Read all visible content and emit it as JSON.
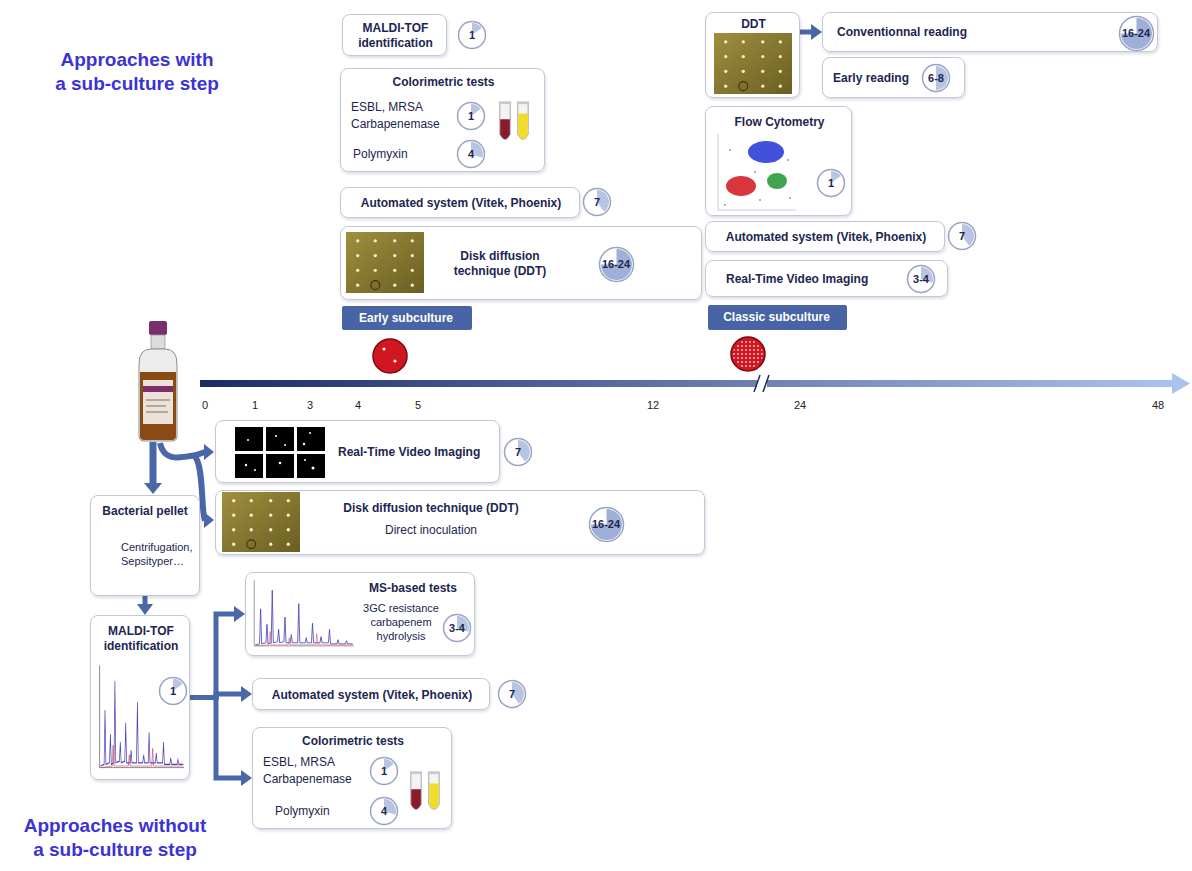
{
  "diagram": {
    "nodes": [
      {
        "text": [
          "MALDI-TOF identification"
        ]
      },
      {
        "text": [
          "1"
        ]
      },
      {
        "text": [
          "Colorimetric tests",
          "ESBL, MRSA Carbapenemase",
          "Polymyxin"
        ]
      },
      {
        "text": [
          "1"
        ],
        "in": 2
      },
      {
        "text": [
          "4"
        ],
        "in": 2
      },
      {
        "text": [
          "Automated system (Vitek, Phoenix)"
        ]
      },
      {
        "text": [
          "7"
        ]
      },
      {
        "text": [
          "Disk diffusion technique (DDT)"
        ]
      },
      {
        "text": [
          "16-24"
        ],
        "in": 7
      },
      {
        "text": [
          "Early subculture"
        ]
      },
      {
        "text": [
          "DDT"
        ]
      },
      {
        "text": [
          "Conventionnal reading"
        ]
      },
      {
        "text": [
          "16-24"
        ],
        "in": 11
      },
      {
        "text": [
          "Early reading"
        ]
      },
      {
        "text": [
          "6-8"
        ],
        "in": 13
      },
      {
        "text": [
          "Flow Cytometry"
        ]
      },
      {
        "text": [
          "1"
        ],
        "in": 15
      },
      {
        "text": [
          "Automated system (Vitek, Phoenix)"
        ]
      },
      {
        "text": [
          "7"
        ]
      },
      {
        "text": [
          "Real-Time Video Imaging"
        ]
      },
      {
        "text": [
          "3-4"
        ],
        "in": 19
      },
      {
        "text": [
          "Classic subculture"
        ]
      },
      {
        "text": [
          "Real-Time Video Imaging"
        ]
      },
      {
        "text": [
          "7"
        ]
      },
      {
        "text": [
          "Disk diffusion technique (DDT)",
          "Direct inoculation"
        ]
      },
      {
        "text": [
          "16-24"
        ],
        "in": 24
      },
      {
        "text": [
          "Bacterial pellet",
          "Centrifugation, Sepsityper…"
        ]
      },
      {
        "text": [
          "MALDI-TOF identification"
        ]
      },
      {
        "text": [
          "1"
        ],
        "in": 27
      },
      {
        "text": [
          "MS-based tests",
          "3GC resistance carbapenem hydrolysis"
        ]
      },
      {
        "text": [
          "3-4"
        ],
        "in": 29
      },
      {
        "text": [
          "Automated system (Vitek, Phoenix)"
        ]
      },
      {
        "text": [
          "7"
        ]
      },
      {
        "text": [
          "Colorimetric tests",
          "ESBL, MRSA Carbapenemase",
          "Polymyxin"
        ]
      },
      {
        "text": [
          "1"
        ],
        "in": 33
      },
      {
        "text": [
          "4"
        ],
        "in": 33
      }
    ],
    "edges": [
      {
        "from": 10,
        "to": 11,
        "arrow": "to"
      },
      {
        "from": 26,
        "to": 27,
        "arrow": "to"
      },
      {
        "from": 27,
        "to": 29,
        "arrow": "to"
      },
      {
        "from": 27,
        "to": 31,
        "arrow": "to"
      },
      {
        "from": 27,
        "to": 33,
        "arrow": "to"
      }
    ],
    "labels": [
      "Approaches with a sub-culture step",
      "0",
      "1",
      "3",
      "4",
      "5",
      "12",
      "24",
      "48",
      "Approaches without a sub-culture step"
    ]
  }
}
